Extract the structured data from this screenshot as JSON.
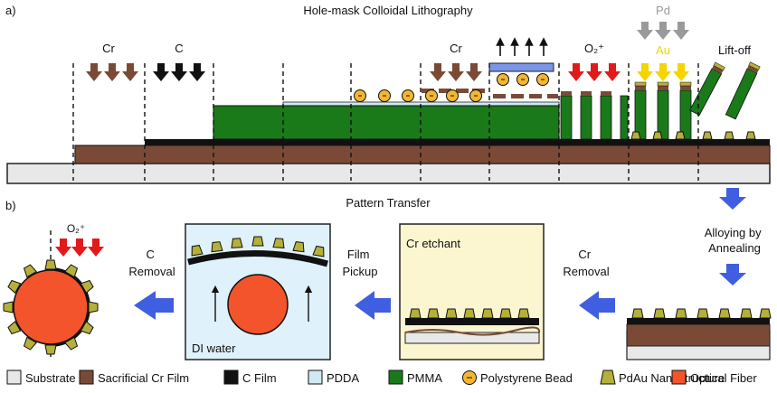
{
  "panel_a": {
    "letter": "a)",
    "title": "Hole-mask Colloidal Lithography",
    "step_labels": {
      "cr1": "Cr",
      "c": "C",
      "cr2": "Cr",
      "o2": "O₂⁺",
      "pd": "Pd",
      "au": "Au",
      "liftoff": "Lift-off"
    }
  },
  "panel_b": {
    "letter": "b)",
    "title": "Pattern Transfer",
    "alloy": "Alloying by\nAnnealing",
    "cr_removal": "Cr\nRemoval",
    "cr_etchant": "Cr etchant",
    "film_pickup": "Film\nPickup",
    "di_water": "DI water",
    "c_removal": "C\nRemoval",
    "o2": "O₂⁺"
  },
  "legend": [
    {
      "label": "Substrate",
      "color": "#e8e8e8",
      "icon": "square"
    },
    {
      "label": "Sacrificial Cr Film",
      "color": "#7a4a36",
      "icon": "square"
    },
    {
      "label": "C Film",
      "color": "#111111",
      "icon": "square"
    },
    {
      "label": "PDDA",
      "color": "#cfe9f5",
      "icon": "square"
    },
    {
      "label": "PMMA",
      "color": "#1a7a1a",
      "icon": "square"
    },
    {
      "label": "Polystyrene Bead",
      "color": "#f2b632",
      "icon": "bead"
    },
    {
      "label": "PdAu Nanostructure",
      "color": "#b4b03a",
      "icon": "trapezoid"
    },
    {
      "label": "Optical Fiber",
      "color": "#f4542b",
      "icon": "square"
    }
  ],
  "colors": {
    "substrate": "#e8e8e8",
    "cr": "#7a4a36",
    "c": "#111111",
    "pdda": "#cfe9f5",
    "pmma": "#1a7a1a",
    "bead": "#f2b632",
    "pdau": "#b4b03a",
    "fiber": "#f4542b",
    "o2_arrow": "#e11b1b",
    "au_arrow": "#f5d400",
    "pd_arrow": "#9a9a9a",
    "process_arrow": "#3f5fe0",
    "lift_plate": "#7b96e8",
    "etchant": "#fbf6cf",
    "water": "#dff1fa"
  }
}
